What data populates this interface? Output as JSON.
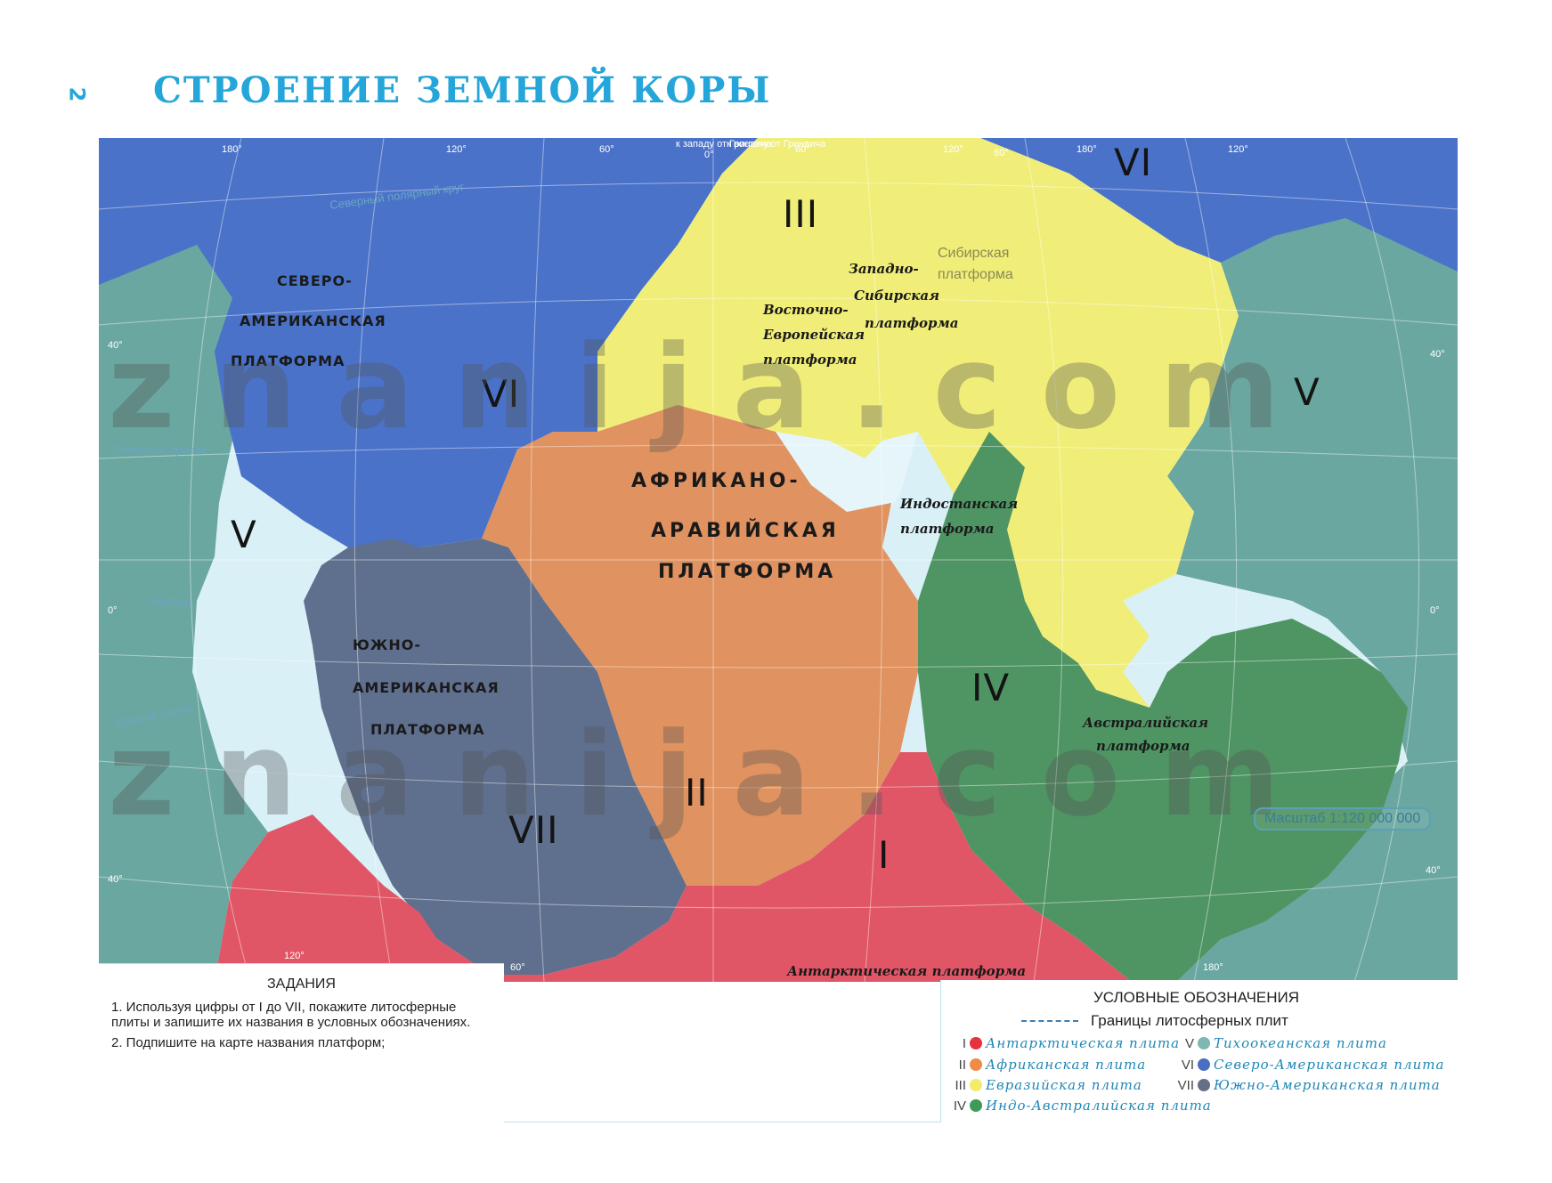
{
  "page": {
    "number": "2",
    "title": "СТРОЕНИЕ ЗЕМНОЙ КОРЫ"
  },
  "colors": {
    "antarctic": "#e05666",
    "african": "#e09260",
    "eurasian": "#f0ee78",
    "indo_australian": "#4f9463",
    "pacific": "#6aa7a0",
    "north_american": "#4a72c8",
    "south_american": "#5f6f8e",
    "water": "#d9f0f7",
    "title": "#25a6da"
  },
  "map": {
    "plate_numbers": [
      "I",
      "II",
      "III",
      "IV",
      "V",
      "VI",
      "VII"
    ],
    "plate_number_v_left": "V",
    "plate_number_vi_left": "VI",
    "platforms": {
      "north_american": [
        "СЕВЕРО-",
        "АМЕРИКАНСКАЯ",
        "ПЛАТФОРМА"
      ],
      "african_arabian": [
        "АФРИКАНО-",
        "АРАВИЙСКАЯ",
        "ПЛАТФОРМА"
      ],
      "south_american": [
        "ЮЖНО-",
        "АМЕРИКАНСКАЯ",
        "ПЛАТФОРМА"
      ],
      "east_european": [
        "Восточно-",
        "Европейская",
        "платформа"
      ],
      "west_siberian": [
        "Западно-",
        "Сибирская",
        "платформа"
      ],
      "siberian": [
        "Сибирская",
        "платформа"
      ],
      "indostan": [
        "Индостанская",
        "платформа"
      ],
      "australian": [
        "Австралийская",
        "платформа"
      ],
      "antarctic": "Антарктическая платформа"
    },
    "grid_labels": {
      "arctic_circle": "Северный полярный круг",
      "north_tropic": "Северный тропик",
      "equator": "Экватор",
      "south_tropic": "Южный тропик",
      "west_of_greenwich": "к западу от Гринвича",
      "east_of_greenwich": "к востоку от Гринвича"
    },
    "degree_labels": [
      "180°",
      "120°",
      "60°",
      "0°",
      "60°",
      "120°",
      "180°",
      "120°",
      "80°",
      "40°",
      "0°",
      "40°",
      "40°",
      "0°",
      "40°",
      "120°",
      "60°",
      "180°"
    ],
    "watermark": "znanija.com",
    "scale": "Масштаб 1:120 000 000"
  },
  "tasks": {
    "title": "ЗАДАНИЯ",
    "items": [
      "1. Используя цифры от I до VII, покажите литосферные плиты и запишите их названия в условных обозначениях.",
      "2. Подпишите на карте названия платформ;"
    ]
  },
  "legend": {
    "title": "УСЛОВНЫЕ ОБОЗНАЧЕНИЯ",
    "boundary": "Границы литосферных плит",
    "items": [
      {
        "roman": "I",
        "name": "Антарктическая плита",
        "color": "#e8313f"
      },
      {
        "roman": "II",
        "name": "Африканская плита",
        "color": "#f08a48"
      },
      {
        "roman": "III",
        "name": "Евразийская плита",
        "color": "#f2ec6a"
      },
      {
        "roman": "IV",
        "name": "Индо-Австралийская плита",
        "color": "#3f9a58"
      },
      {
        "roman": "V",
        "name": "Тихоокеанская плита",
        "color": "#7fb8b2"
      },
      {
        "roman": "VI",
        "name": "Северо-Американская плита",
        "color": "#4a6ec4"
      },
      {
        "roman": "VII",
        "name": "Южно-Американская плита",
        "color": "#676f86"
      }
    ]
  }
}
